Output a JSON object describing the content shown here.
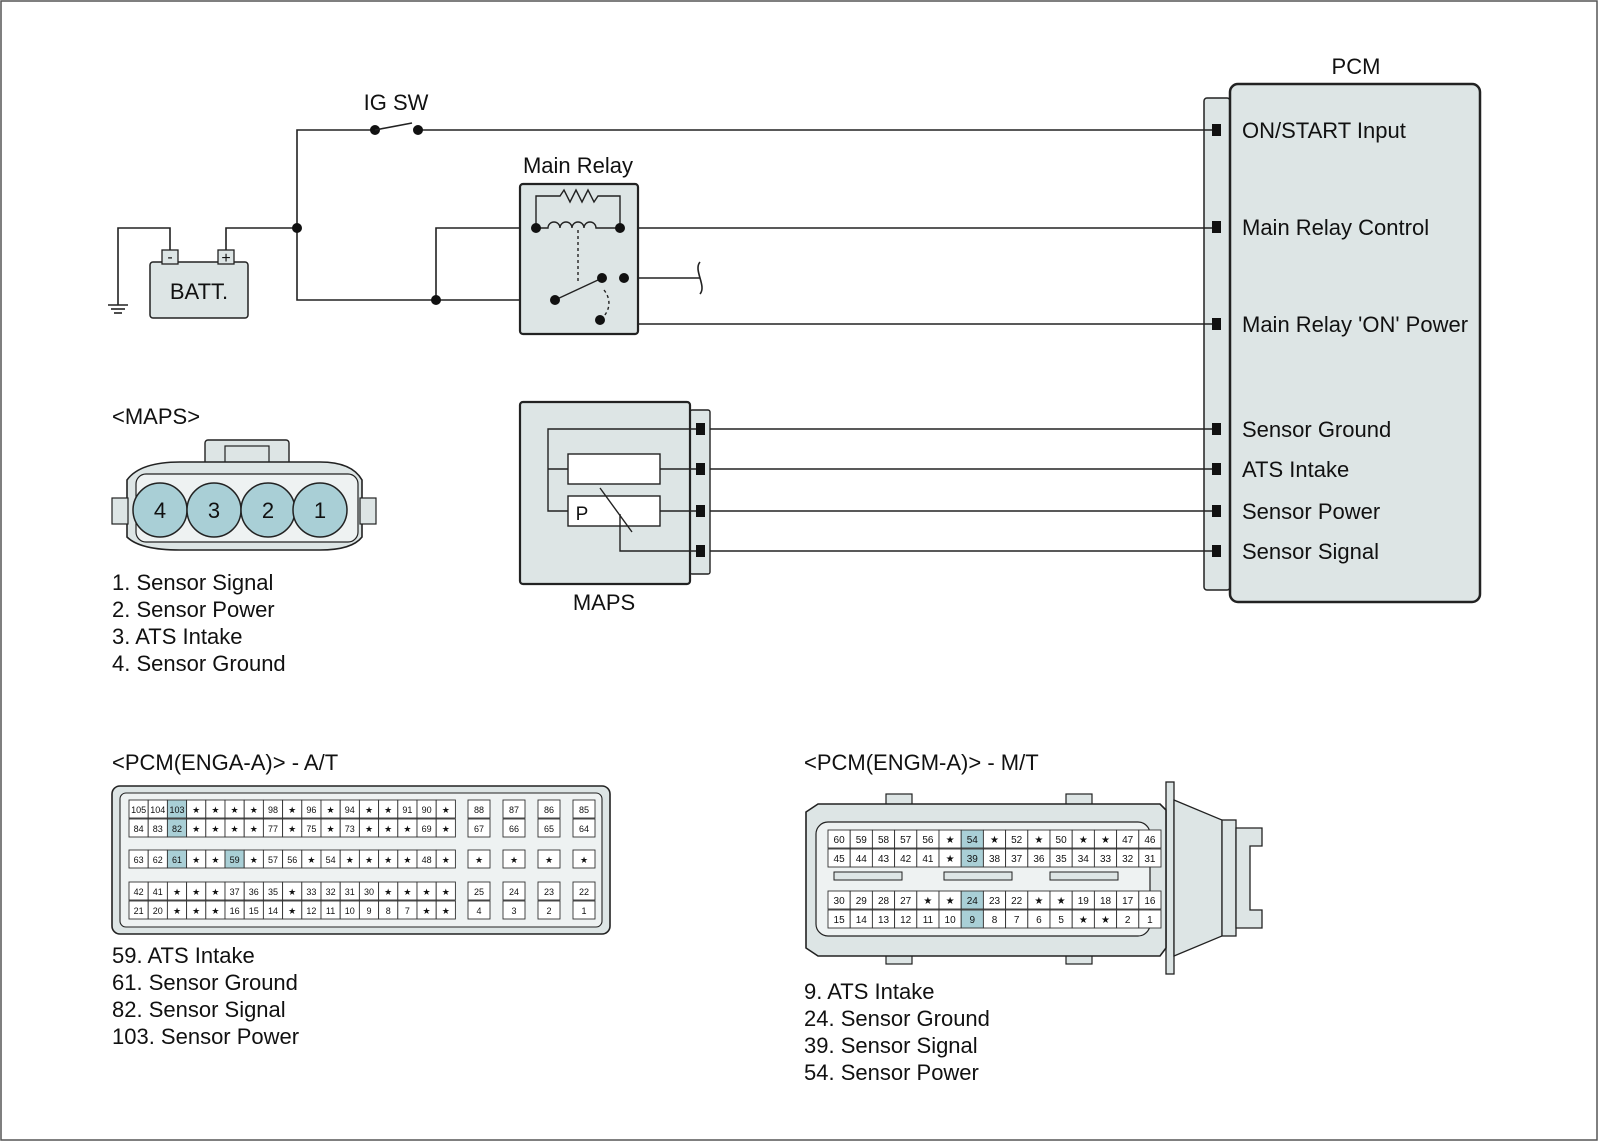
{
  "pcm": {
    "title": "PCM",
    "pins": [
      "ON/START Input",
      "Main Relay Control",
      "Main Relay 'ON' Power",
      "Sensor Ground",
      "ATS  Intake",
      "Sensor Power",
      "Sensor Signal"
    ]
  },
  "ig_sw": "IG SW",
  "main_relay": "Main Relay",
  "battery": {
    "label": "BATT.",
    "minus": "-",
    "plus": "+"
  },
  "maps_sensor": {
    "label": "MAPS",
    "p_label": "P"
  },
  "maps_connector": {
    "title": "<MAPS>",
    "pin_numbers": [
      "4",
      "3",
      "2",
      "1"
    ],
    "legend": [
      "1. Sensor Signal",
      "2. Sensor Power",
      "3. ATS Intake",
      "4. Sensor Ground"
    ]
  },
  "pcm_at": {
    "title": "<PCM(ENGA-A)> - A/T",
    "rows": [
      [
        "105",
        "104",
        "103",
        "★",
        "★",
        "★",
        "★",
        "98",
        "★",
        "96",
        "★",
        "94",
        "★",
        "★",
        "91",
        "90",
        "★"
      ],
      [
        "84",
        "83",
        "82",
        "★",
        "★",
        "★",
        "★",
        "77",
        "★",
        "75",
        "★",
        "73",
        "★",
        "★",
        "★",
        "69",
        "★"
      ],
      [
        "63",
        "62",
        "61",
        "★",
        "★",
        "59",
        "★",
        "57",
        "56",
        "★",
        "54",
        "★",
        "★",
        "★",
        "★",
        "48",
        "★"
      ],
      [
        "42",
        "41",
        "★",
        "★",
        "★",
        "37",
        "36",
        "35",
        "★",
        "33",
        "32",
        "31",
        "30",
        "★",
        "★",
        "★",
        "★"
      ],
      [
        "21",
        "20",
        "★",
        "★",
        "★",
        "16",
        "15",
        "14",
        "★",
        "12",
        "11",
        "10",
        "9",
        "8",
        "7",
        "★",
        "★"
      ]
    ],
    "right_rows": [
      [
        "88",
        "87",
        "86",
        "85"
      ],
      [
        "67",
        "66",
        "65",
        "64"
      ],
      [
        "★",
        "★",
        "★",
        "★"
      ],
      [
        "25",
        "24",
        "23",
        "22"
      ],
      [
        "4",
        "3",
        "2",
        "1"
      ]
    ],
    "highlighted": [
      "103",
      "82",
      "61",
      "59"
    ],
    "legend": [
      "59. ATS Intake",
      "61. Sensor Ground",
      "82. Sensor Signal",
      "103. Sensor Power"
    ]
  },
  "pcm_mt": {
    "title": "<PCM(ENGM-A)> - M/T",
    "rows": [
      [
        "60",
        "59",
        "58",
        "57",
        "56",
        "★",
        "54",
        "★",
        "52",
        "★",
        "50",
        "★",
        "★",
        "47",
        "46"
      ],
      [
        "45",
        "44",
        "43",
        "42",
        "41",
        "★",
        "39",
        "38",
        "37",
        "36",
        "35",
        "34",
        "33",
        "32",
        "31"
      ],
      [
        "30",
        "29",
        "28",
        "27",
        "★",
        "★",
        "24",
        "23",
        "22",
        "★",
        "★",
        "19",
        "18",
        "17",
        "16"
      ],
      [
        "15",
        "14",
        "13",
        "12",
        "11",
        "10",
        "9",
        "8",
        "7",
        "6",
        "5",
        "★",
        "★",
        "2",
        "1"
      ]
    ],
    "highlighted": [
      "54",
      "39",
      "24",
      "9"
    ],
    "legend": [
      "9. ATS Intake",
      "24. Sensor Ground",
      "39. Sensor Signal",
      "54. Sensor Power"
    ]
  },
  "colors": {
    "highlight": "#a9cfd6",
    "body": "#dde5e5",
    "stroke": "#222222"
  }
}
